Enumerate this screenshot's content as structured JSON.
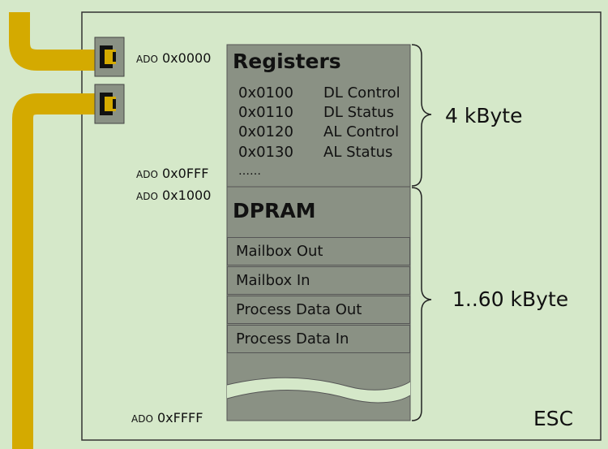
{
  "colors": {
    "background": "#d5e8c9",
    "memory_fill": "#8a9184",
    "bus": "#d4aa00",
    "border": "#555555"
  },
  "addresses": {
    "start": {
      "prefix": "ADO",
      "value": "0x0000"
    },
    "reg_end": {
      "prefix": "ADO",
      "value": "0x0FFF"
    },
    "dpram_start": {
      "prefix": "ADO",
      "value": "0x1000"
    },
    "end": {
      "prefix": "ADO",
      "value": "0xFFFF"
    }
  },
  "registers": {
    "title": "Registers",
    "rows": [
      {
        "addr": "0x0100",
        "name": "DL Control"
      },
      {
        "addr": "0x0110",
        "name": "DL Status"
      },
      {
        "addr": "0x0120",
        "name": "AL Control"
      },
      {
        "addr": "0x0130",
        "name": "AL Status"
      }
    ],
    "more": "……",
    "size": "4 kByte"
  },
  "dpram": {
    "title": "DPRAM",
    "areas": [
      "Mailbox Out",
      "Mailbox In",
      "Process Data Out",
      "Process Data In"
    ],
    "size": "1..60 kByte"
  },
  "device_label": "ESC",
  "icons": [
    "ethernet-port-icon",
    "ethernet-port-icon"
  ]
}
